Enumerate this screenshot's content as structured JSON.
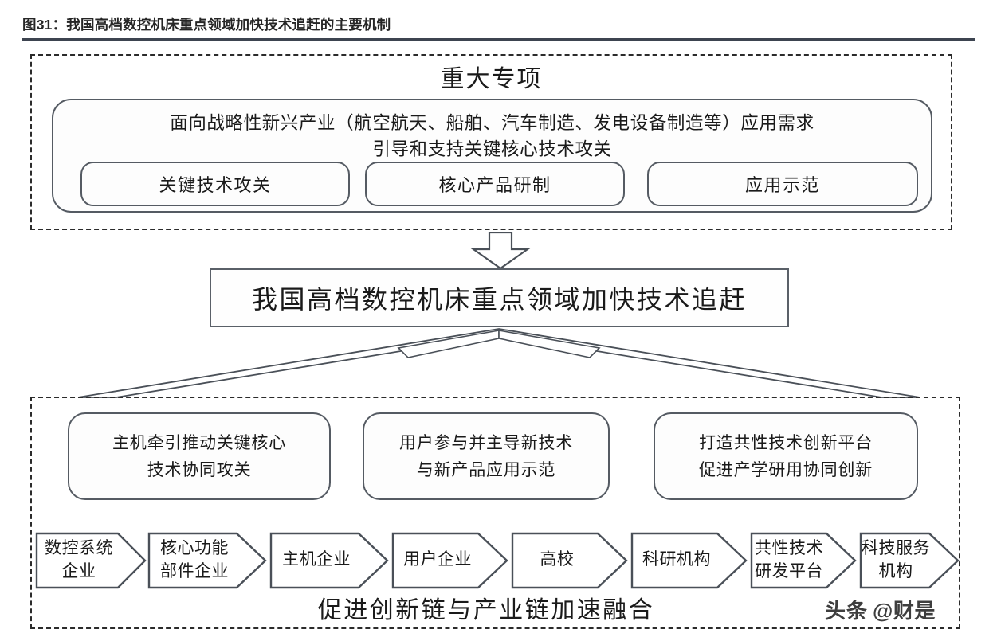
{
  "figure": {
    "title": "图31：我国高档数控机床重点领域加快技术追赶的主要机制"
  },
  "major_project": {
    "heading": "重大专项",
    "guidance": "面向战略性新兴产业（航空航天、船舶、汽车制造、发电设备制造等）应用需求\n引导和支持关键核心技术攻关",
    "tasks": [
      {
        "label": "关键技术攻关"
      },
      {
        "label": "核心产品研制"
      },
      {
        "label": "应用示范"
      }
    ]
  },
  "focus": {
    "label": "我国高档数控机床重点领域加快技术追赶"
  },
  "mechanisms": {
    "items": [
      {
        "label": "主机牵引推动关键核心\n技术协同攻关"
      },
      {
        "label": "用户参与并主导新技术\n与新产品应用示范"
      },
      {
        "label": "打造共性技术创新平台\n促进产学研用协同创新"
      }
    ],
    "chain": [
      {
        "label": "数控系统\n企业"
      },
      {
        "label": "核心功能\n部件企业"
      },
      {
        "label": "主机企业"
      },
      {
        "label": "用户企业"
      },
      {
        "label": "高校"
      },
      {
        "label": "科研机构"
      },
      {
        "label": "共性技术\n研发平台"
      },
      {
        "label": "科技服务\n机构"
      }
    ],
    "caption": "促进创新链与产业链加速融合"
  },
  "watermark": {
    "brand": "头条",
    "handle": "@财是"
  },
  "colors": {
    "title_text": "#262626",
    "title_rule": "#3d4450",
    "stroke": "#5a6068",
    "dashed_stroke": "#2b2b2b",
    "background": "#ffffff"
  }
}
